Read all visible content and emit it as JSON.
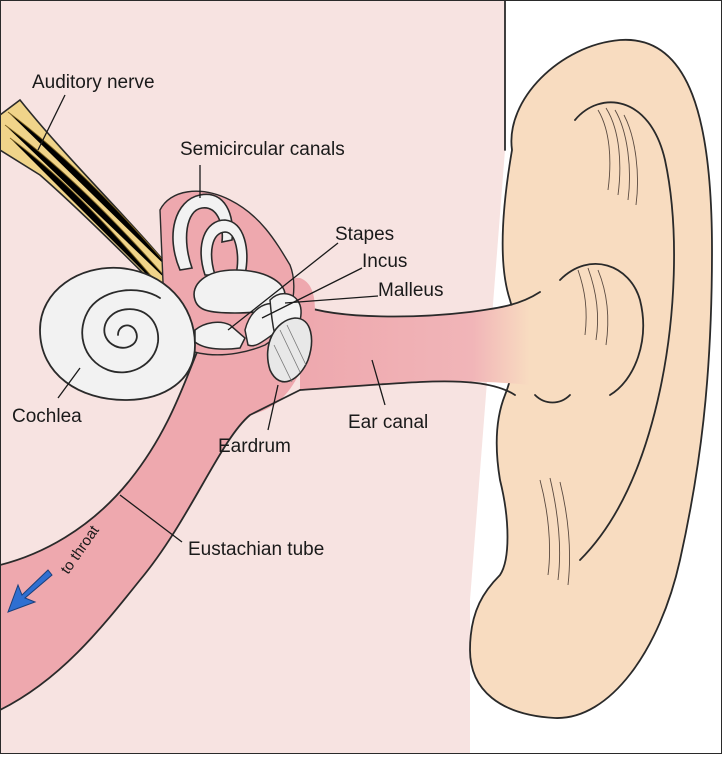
{
  "labels": {
    "auditory_nerve": "Auditory nerve",
    "semicircular_canals": "Semicircular canals",
    "stapes": "Stapes",
    "incus": "Incus",
    "malleus": "Malleus",
    "cochlea": "Cochlea",
    "eardrum": "Eardrum",
    "ear_canal": "Ear canal",
    "eustachian_tube": "Eustachian tube",
    "to_throat": "to throat"
  },
  "colors": {
    "head_skin": "#f7e3e1",
    "outer_ear": "#f8dcc0",
    "canal_pink": "#eea8ae",
    "nerve_yellow": "#f0d48a",
    "bone_white": "#f2f2f2",
    "arrow_blue": "#2f6fd1",
    "outline": "#2a2a2a"
  }
}
